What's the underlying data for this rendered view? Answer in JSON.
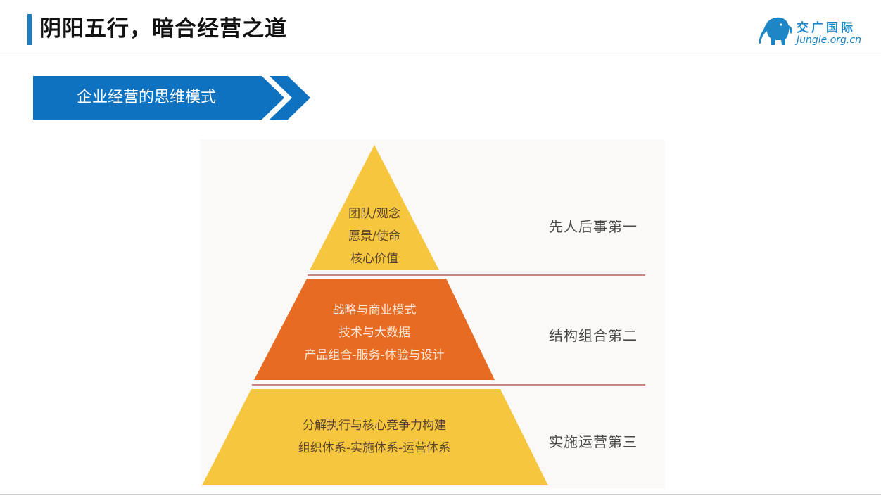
{
  "header": {
    "title": "阴阳五行，暗合经营之道",
    "logo_cn": "交广国际",
    "logo_en": "Jungle.org.cn"
  },
  "section": {
    "label": "企业经营的思维模式"
  },
  "pyramid": {
    "tiers": [
      {
        "color": "#f6c73e",
        "lines": [
          "团队/观念",
          "愿景/使命",
          "核心价值"
        ],
        "label": "先人后事第一"
      },
      {
        "color": "#e86b24",
        "lines": [
          "战略与商业模式",
          "技术与大数据",
          "产品组合-服务-体验与设计"
        ],
        "label": "结构组合第二"
      },
      {
        "color": "#f6c73e",
        "lines": [
          "分解执行与核心竞争力构建",
          "组织体系-实施体系-运营体系"
        ],
        "label": "实施运营第三"
      }
    ]
  },
  "colors": {
    "accent_blue": "#1a7fc4",
    "banner_blue": "#0f72c0",
    "divider": "#b8605a"
  }
}
